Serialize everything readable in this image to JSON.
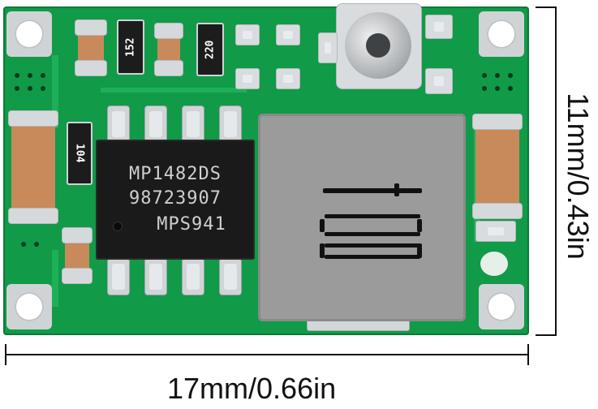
{
  "photo": {
    "ic_marking": {
      "line1": "MP1482DS",
      "line2": "98723907",
      "line3": "MPS941"
    },
    "resistor_labels": {
      "r1": "152",
      "r2": "220",
      "r3": "104"
    }
  },
  "dimensions": {
    "width_label": "17mm/0.66in",
    "height_label": "11mm/0.43in"
  },
  "colors": {
    "pcb_green": "#119a48",
    "inductor_gray": "#9b9b9b",
    "ic_black": "#1a1a1a",
    "capacitor_tan": "#c98a5b"
  }
}
